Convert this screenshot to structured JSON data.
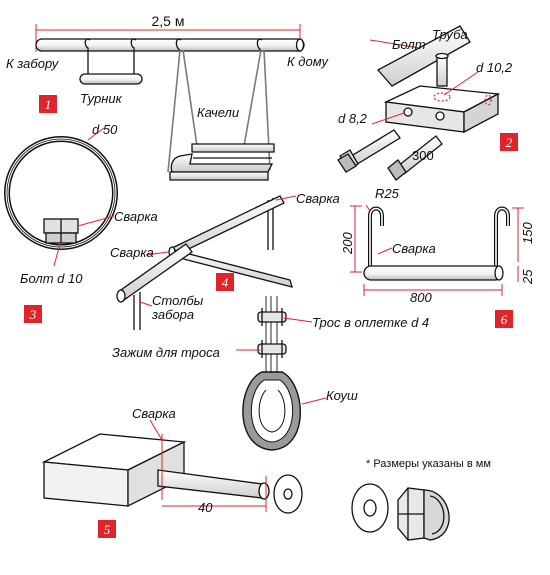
{
  "labels": {
    "span": "2,5 м",
    "to_fence": "К забору",
    "to_house": "К дому",
    "bar": "Турник",
    "swing": "Качели",
    "bolt": "Болт",
    "pipe": "Труба",
    "d102": "d 10,2",
    "d82": "d 8,2",
    "len300": "300",
    "d50": "d 50",
    "weld3": "Сварка",
    "bolt10": "Болт d 10",
    "weld4a": "Сварка",
    "weld4b": "Сварка",
    "posts1": "Столбы",
    "posts2": "забора",
    "r25": "R25",
    "weld6": "Сварка",
    "dim200": "200",
    "dim150": "150",
    "dim25": "25",
    "dim800": "800",
    "cable": "Трос в оплетке d 4",
    "clamp": "Зажим для троса",
    "thimble": "Коуш",
    "weld5": "Сварка",
    "dim40": "40",
    "note": "* Размеры указаны в мм"
  },
  "badges": [
    "1",
    "2",
    "3",
    "4",
    "5",
    "6"
  ],
  "colors": {
    "accent": "#e0242b",
    "rope": "#7a7a7a",
    "ink": "#111111"
  }
}
